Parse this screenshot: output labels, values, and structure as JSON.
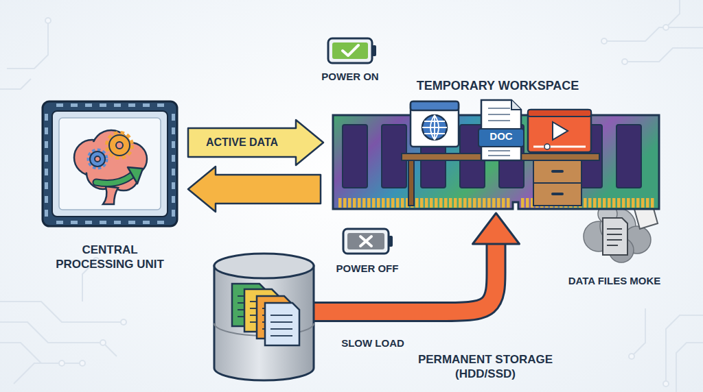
{
  "diagram": {
    "nodes": [
      {
        "text": [
          "CENTRAL PROCESSING UNIT"
        ]
      },
      {
        "text": [
          "TEMPORARY WORKSPACE"
        ]
      },
      {
        "text": [
          "DOC"
        ],
        "in": 1
      },
      {
        "text": [
          "PERMANENT STORAGE (HDD/SSD)"
        ]
      }
    ],
    "edges": [
      {
        "from": 0,
        "to": 1,
        "label": "ACTIVE DATA",
        "arrow": "to"
      },
      {
        "from": 1,
        "to": 0,
        "arrow": "to"
      },
      {
        "from": 3,
        "to": 1,
        "label": "SLOW LOAD",
        "arrow": "to"
      }
    ],
    "labels": [
      "POWER ON",
      "POWER OFF",
      "DATA FILES MOKE"
    ]
  }
}
